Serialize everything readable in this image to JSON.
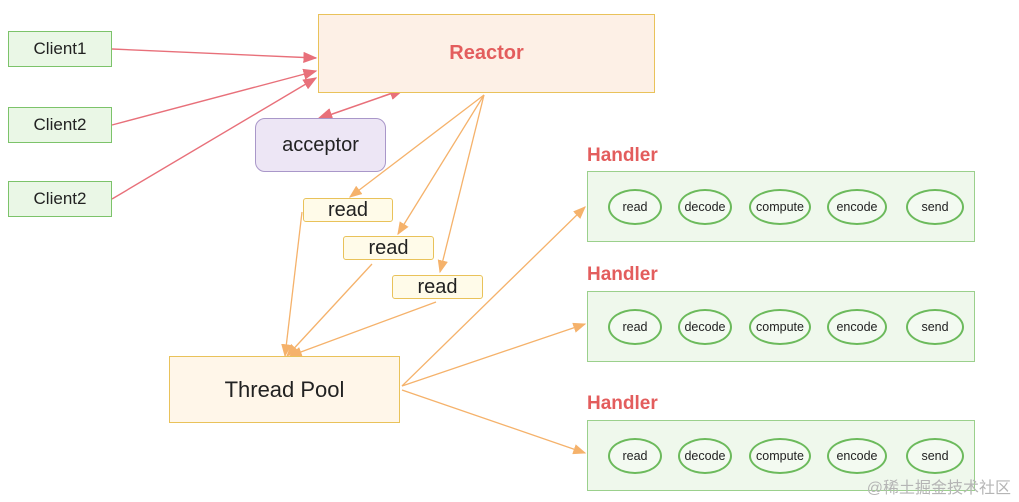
{
  "clients": [
    "Client1",
    "Client2",
    "Client2"
  ],
  "reactor": "Reactor",
  "acceptor": "acceptor",
  "reads": [
    "read",
    "read",
    "read"
  ],
  "thread_pool": "Thread Pool",
  "handler_title": "Handler",
  "handlers": [
    {
      "title": "Handler",
      "steps": [
        "read",
        "decode",
        "compute",
        "encode",
        "send"
      ]
    },
    {
      "title": "Handler",
      "steps": [
        "read",
        "decode",
        "compute",
        "encode",
        "send"
      ]
    },
    {
      "title": "Handler",
      "steps": [
        "read",
        "decode",
        "compute",
        "encode",
        "send"
      ]
    }
  ],
  "watermark": "@稀土掘金技术社区",
  "colors": {
    "client_arrow": "#e8707a",
    "flow_arrow": "#f5b26b",
    "accent_red": "#e35d5d",
    "handler_green": "#6cba5c"
  }
}
